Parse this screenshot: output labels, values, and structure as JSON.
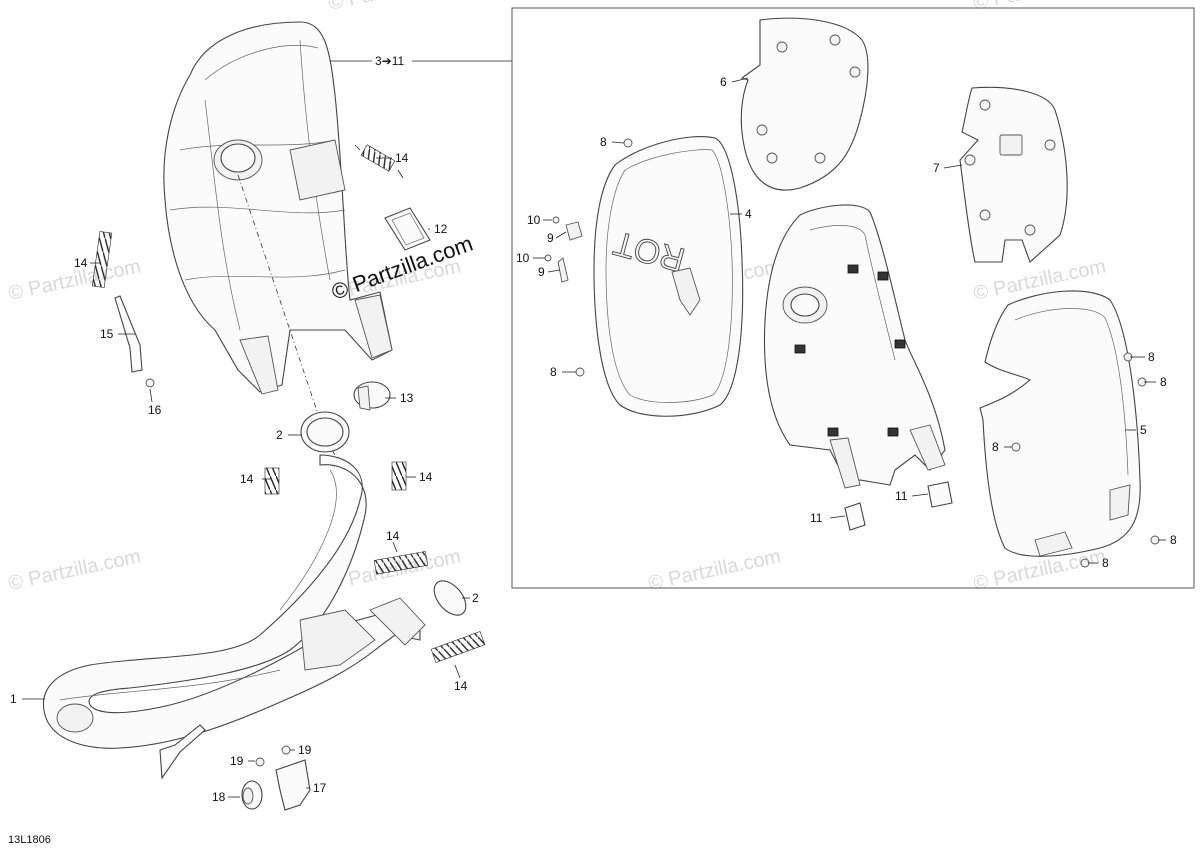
{
  "watermark_text": "© Partzilla.com",
  "logo_text": "© Partzilla.com",
  "diagram_code": "13L1806",
  "callouts": {
    "c1": "1",
    "c2a": "2",
    "c2b": "2",
    "c3_11": "3➔11",
    "c4": "4",
    "c5": "5",
    "c6": "6",
    "c7": "7",
    "c8a": "8",
    "c8b": "8",
    "c8c": "8",
    "c8d": "8",
    "c8e": "8",
    "c8f": "8",
    "c8g": "8",
    "c9a": "9",
    "c9b": "9",
    "c10a": "10",
    "c10b": "10",
    "c11a": "11",
    "c11b": "11",
    "c12": "12",
    "c13": "13",
    "c14a": "14",
    "c14b": "14",
    "c14c": "14",
    "c14d": "14",
    "c14e": "14",
    "c14f": "14",
    "c15": "15",
    "c16": "16",
    "c17": "17",
    "c18": "18",
    "c19a": "19",
    "c19b": "19"
  },
  "embossed_text": "ROT"
}
